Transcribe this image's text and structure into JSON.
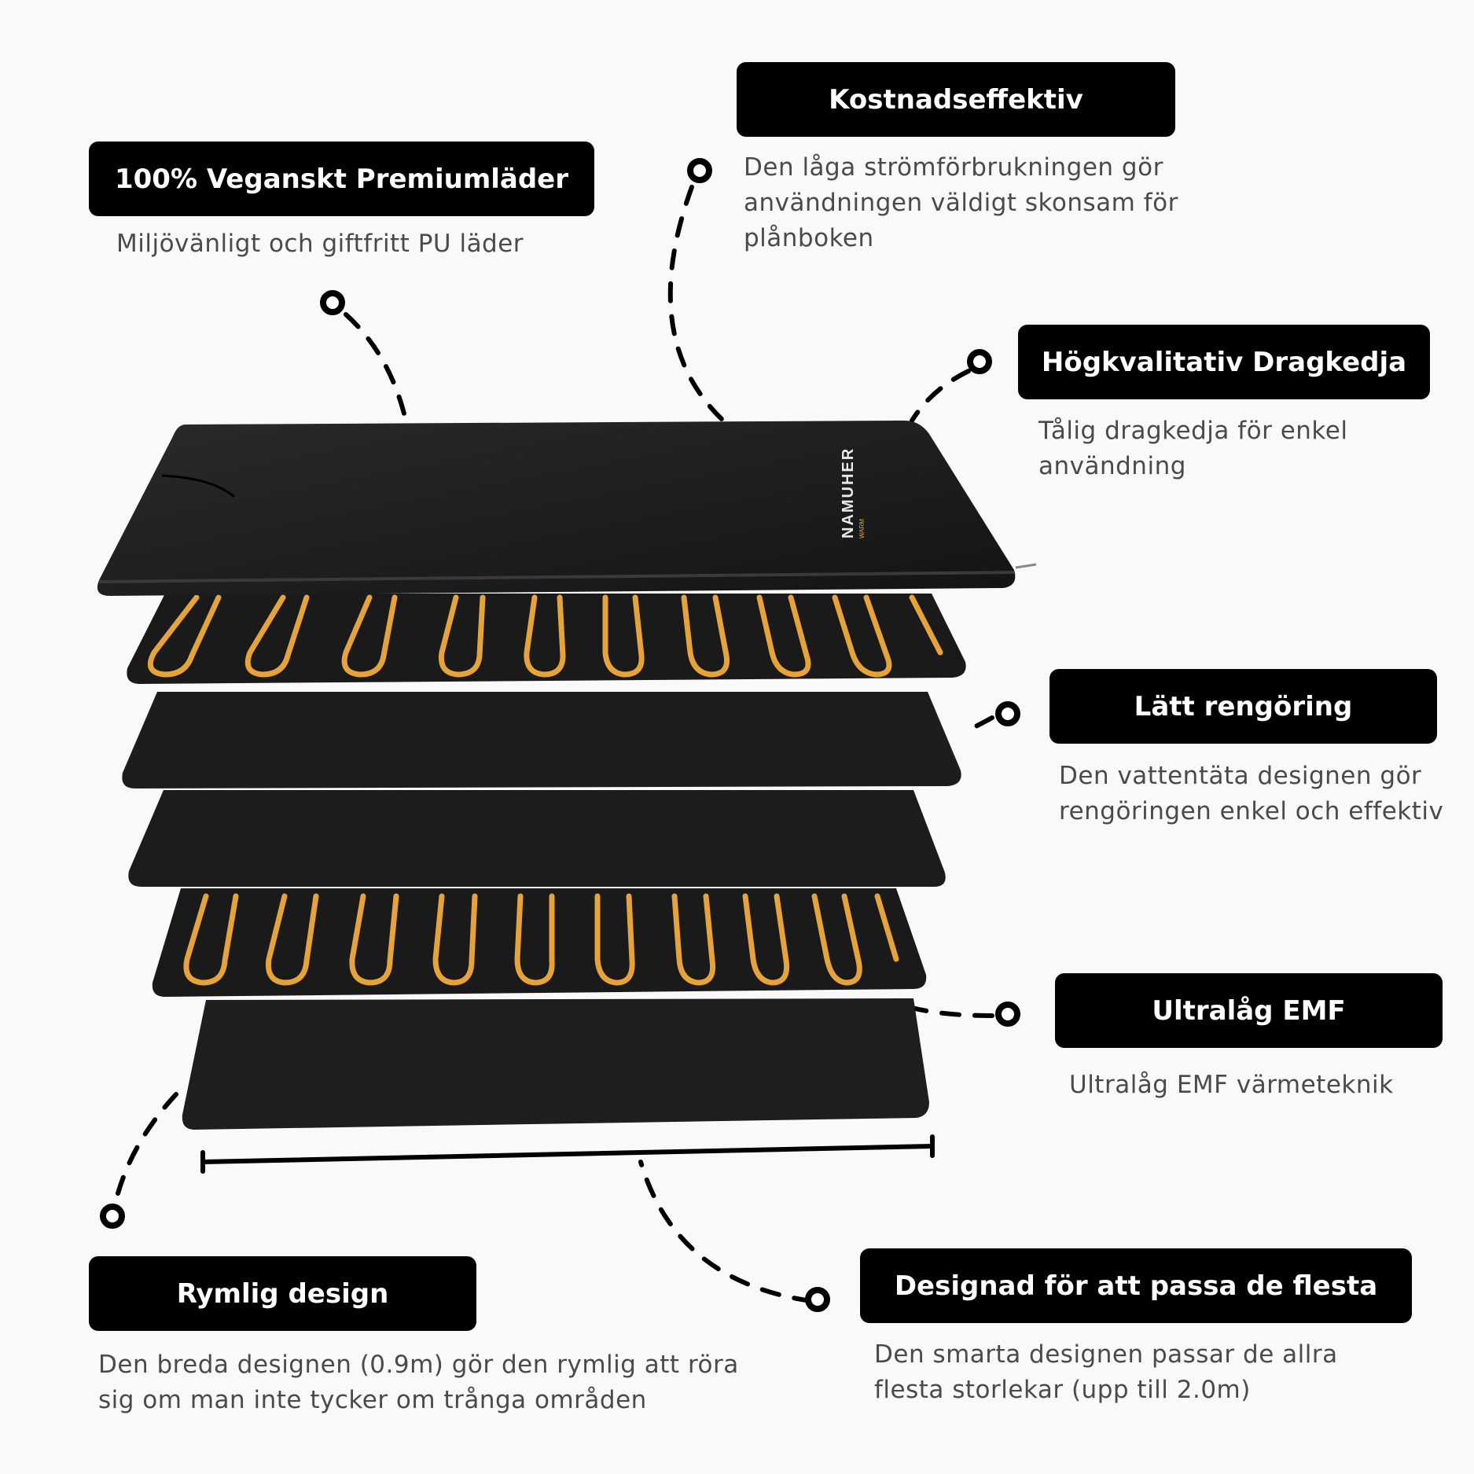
{
  "brand": {
    "logo_text": "NAMUHER",
    "logo_tagline": "WARM"
  },
  "colors": {
    "background": "#f9f9f9",
    "label_bg": "#000000",
    "label_text": "#ffffff",
    "desc_text": "#4a4a4a",
    "heating_wire": "#e5a33a",
    "mat": "#1c1c1c"
  },
  "features": {
    "vegan": {
      "title": "100% Veganskt Premiumläder",
      "desc": "Miljövänligt och giftfritt PU läder"
    },
    "cost": {
      "title": "Kostnadseffektiv",
      "desc": "Den låga strömförbrukningen gör användningen väldigt skonsam för plånboken"
    },
    "zipper": {
      "title": "Högkvalitativ Dragkedja",
      "desc": "Tålig dragkedja för enkel användning"
    },
    "cleaning": {
      "title": "Lätt rengöring",
      "desc": "Den vattentäta designen gör rengöringen enkel och effektiv"
    },
    "emf": {
      "title": "Ultralåg EMF",
      "desc": "Ultralåg EMF värmeteknik"
    },
    "spacious": {
      "title": "Rymlig design",
      "desc": "Den breda designen (0.9m) gör den rymlig att röra sig om man inte tycker om trånga områden"
    },
    "fit": {
      "title": "Designad för att passa de flesta",
      "desc": "Den smarta designen passar de allra flesta storlekar (upp till 2.0m)"
    }
  }
}
